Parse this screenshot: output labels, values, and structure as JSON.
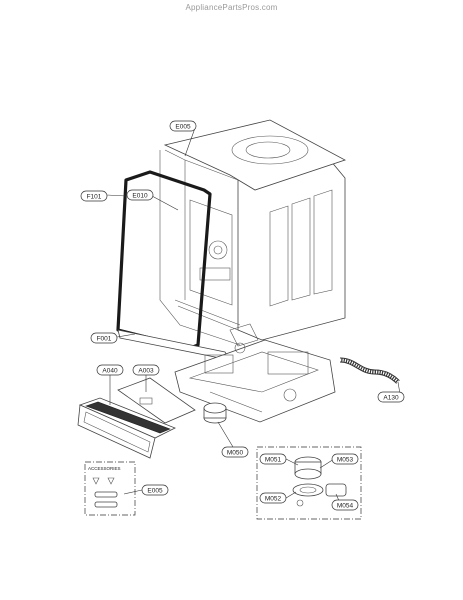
{
  "watermark": "AppliancePartsPros.com",
  "callouts": {
    "e005_top": "E005",
    "e010": "E010",
    "f101": "F101",
    "f001": "F001",
    "a040": "A040",
    "a003": "A003",
    "a130": "A130",
    "m050": "M050",
    "m051": "M051",
    "m052": "M052",
    "m053": "M053",
    "m054": "M054",
    "e005_acc": "E005"
  },
  "accessories": {
    "title": "ACCESSORIES"
  }
}
